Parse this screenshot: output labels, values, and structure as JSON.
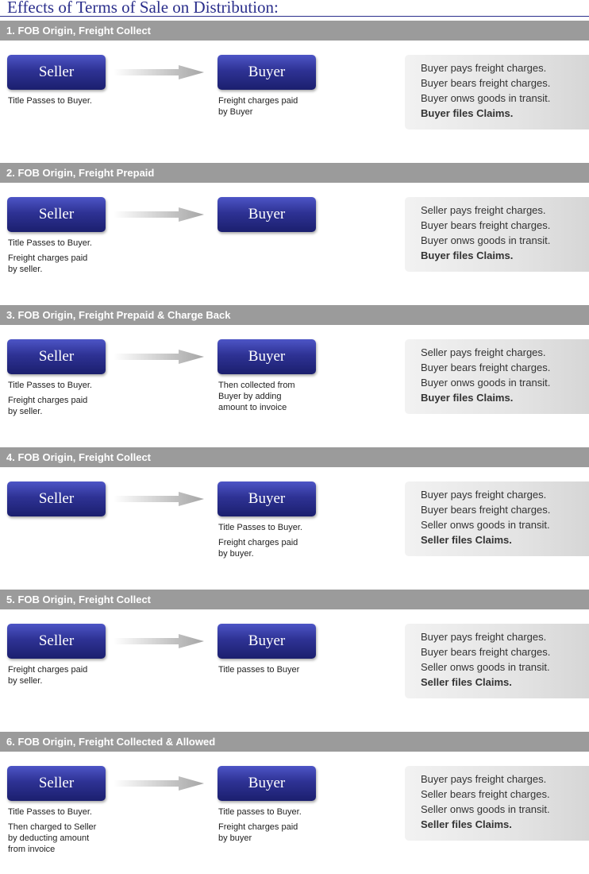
{
  "page_title": "Effects of Terms of Sale on Distribution:",
  "sections": [
    {
      "title": "1. FOB Origin, Freight Collect",
      "seller_label": "Seller",
      "buyer_label": "Buyer",
      "seller_notes": [
        "Title Passes to Buyer."
      ],
      "buyer_notes": [
        "Freight charges paid\nby Buyer"
      ],
      "summary": [
        "Buyer pays freight charges.",
        "Buyer bears freight charges.",
        "Buyer onws goods in transit."
      ],
      "claims": "Buyer files Claims."
    },
    {
      "title": "2. FOB Origin, Freight Prepaid",
      "seller_label": "Seller",
      "buyer_label": "Buyer",
      "seller_notes": [
        "Title Passes to Buyer.",
        "Freight charges paid\nby seller."
      ],
      "buyer_notes": [],
      "summary": [
        "Seller pays freight charges.",
        "Buyer bears freight charges.",
        "Buyer onws goods in transit."
      ],
      "claims": "Buyer files Claims."
    },
    {
      "title": "3. FOB Origin, Freight Prepaid & Charge Back",
      "seller_label": "Seller",
      "buyer_label": "Buyer",
      "seller_notes": [
        "Title Passes to Buyer.",
        "Freight charges paid\nby seller."
      ],
      "buyer_notes": [
        "Then collected from\nBuyer by adding\namount to invoice"
      ],
      "summary": [
        "Seller pays freight charges.",
        "Buyer bears freight charges.",
        "Buyer onws goods in transit."
      ],
      "claims": "Buyer files Claims."
    },
    {
      "title": "4. FOB Origin, Freight Collect",
      "seller_label": "Seller",
      "buyer_label": "Buyer",
      "seller_notes": [],
      "buyer_notes": [
        "Title Passes to Buyer.",
        "Freight charges paid\nby buyer."
      ],
      "summary": [
        "Buyer pays freight charges.",
        "Buyer bears freight charges.",
        "Seller onws goods in transit."
      ],
      "claims": "Seller files Claims."
    },
    {
      "title": "5. FOB Origin, Freight Collect",
      "seller_label": "Seller",
      "buyer_label": "Buyer",
      "seller_notes": [
        "Freight charges paid\nby seller."
      ],
      "buyer_notes": [
        "Title passes to Buyer"
      ],
      "summary": [
        "Buyer pays freight charges.",
        "Buyer bears freight charges.",
        "Seller onws goods in transit."
      ],
      "claims": "Seller files Claims."
    },
    {
      "title": "6. FOB Origin, Freight Collected & Allowed",
      "seller_label": "Seller",
      "buyer_label": "Buyer",
      "seller_notes": [
        "Title Passes to Buyer.",
        "Then charged to Seller\nby deducting amount\nfrom invoice"
      ],
      "buyer_notes": [
        "Title passes to Buyer.",
        "Freight charges paid\nby buyer"
      ],
      "summary": [
        "Buyer pays freight charges.",
        "Seller bears freight charges.",
        "Seller onws goods in transit."
      ],
      "claims": "Seller files Claims."
    }
  ]
}
